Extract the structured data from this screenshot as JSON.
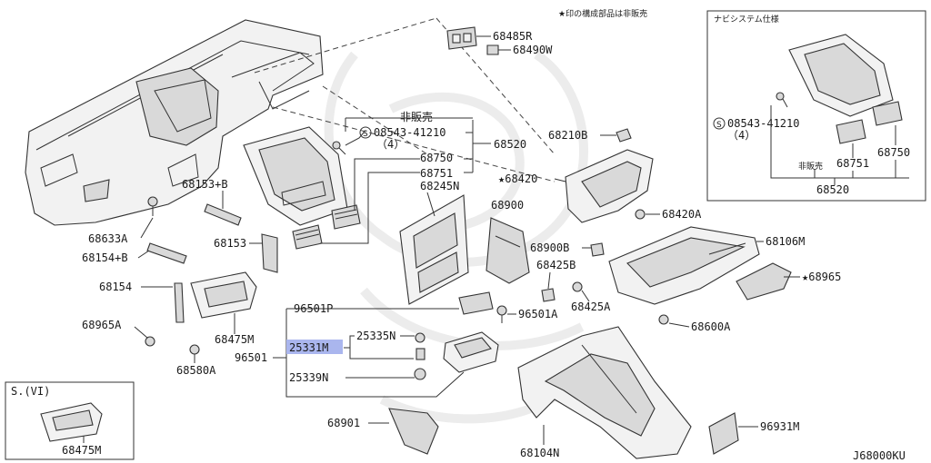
{
  "note": "★印の構成部品は非販売",
  "diagram_code": "J68000KU",
  "inset_navi": {
    "title": "ナビシステム仕様",
    "labels": {
      "screw": "08543-41210",
      "screw_qty": "（4）",
      "part_68751": "68751",
      "part_68750": "68750",
      "hanbai": "非販売",
      "part_68520": "68520"
    }
  },
  "inset_sv": {
    "title": "S.(VI)",
    "label": "68475M"
  },
  "labels": {
    "p68485R": "68485R",
    "p68490W": "68490W",
    "hanbai": "非販売",
    "screw": "08543-41210",
    "screw_qty": "（4）",
    "p68520": "68520",
    "p68750": "68750",
    "p68751": "68751",
    "p68245N": "68245N",
    "p68210B": "68210B",
    "p68420": "★68420",
    "p68420A": "68420A",
    "p68900": "68900",
    "p68900B": "68900B",
    "p68106M": "68106M",
    "p68425B": "68425B",
    "p68425A": "68425A",
    "p68965": "★68965",
    "p68600A": "68600A",
    "p68153B": "68153+B",
    "p68633A": "68633A",
    "p68153": "68153",
    "p68154B": "68154+B",
    "p68154": "68154",
    "p68965A": "68965A",
    "p68475M": "68475M",
    "p68580A": "68580A",
    "p96501P": "96501P",
    "p96501A": "96501A",
    "p96501": "96501",
    "p25331M": "25331M",
    "p25335N": "25335N",
    "p25339N": "25339N",
    "p68901": "68901",
    "p68104N": "68104N",
    "p96931M": "96931M"
  },
  "colors": {
    "highlight": "#aab6ee",
    "line": "#333333"
  }
}
